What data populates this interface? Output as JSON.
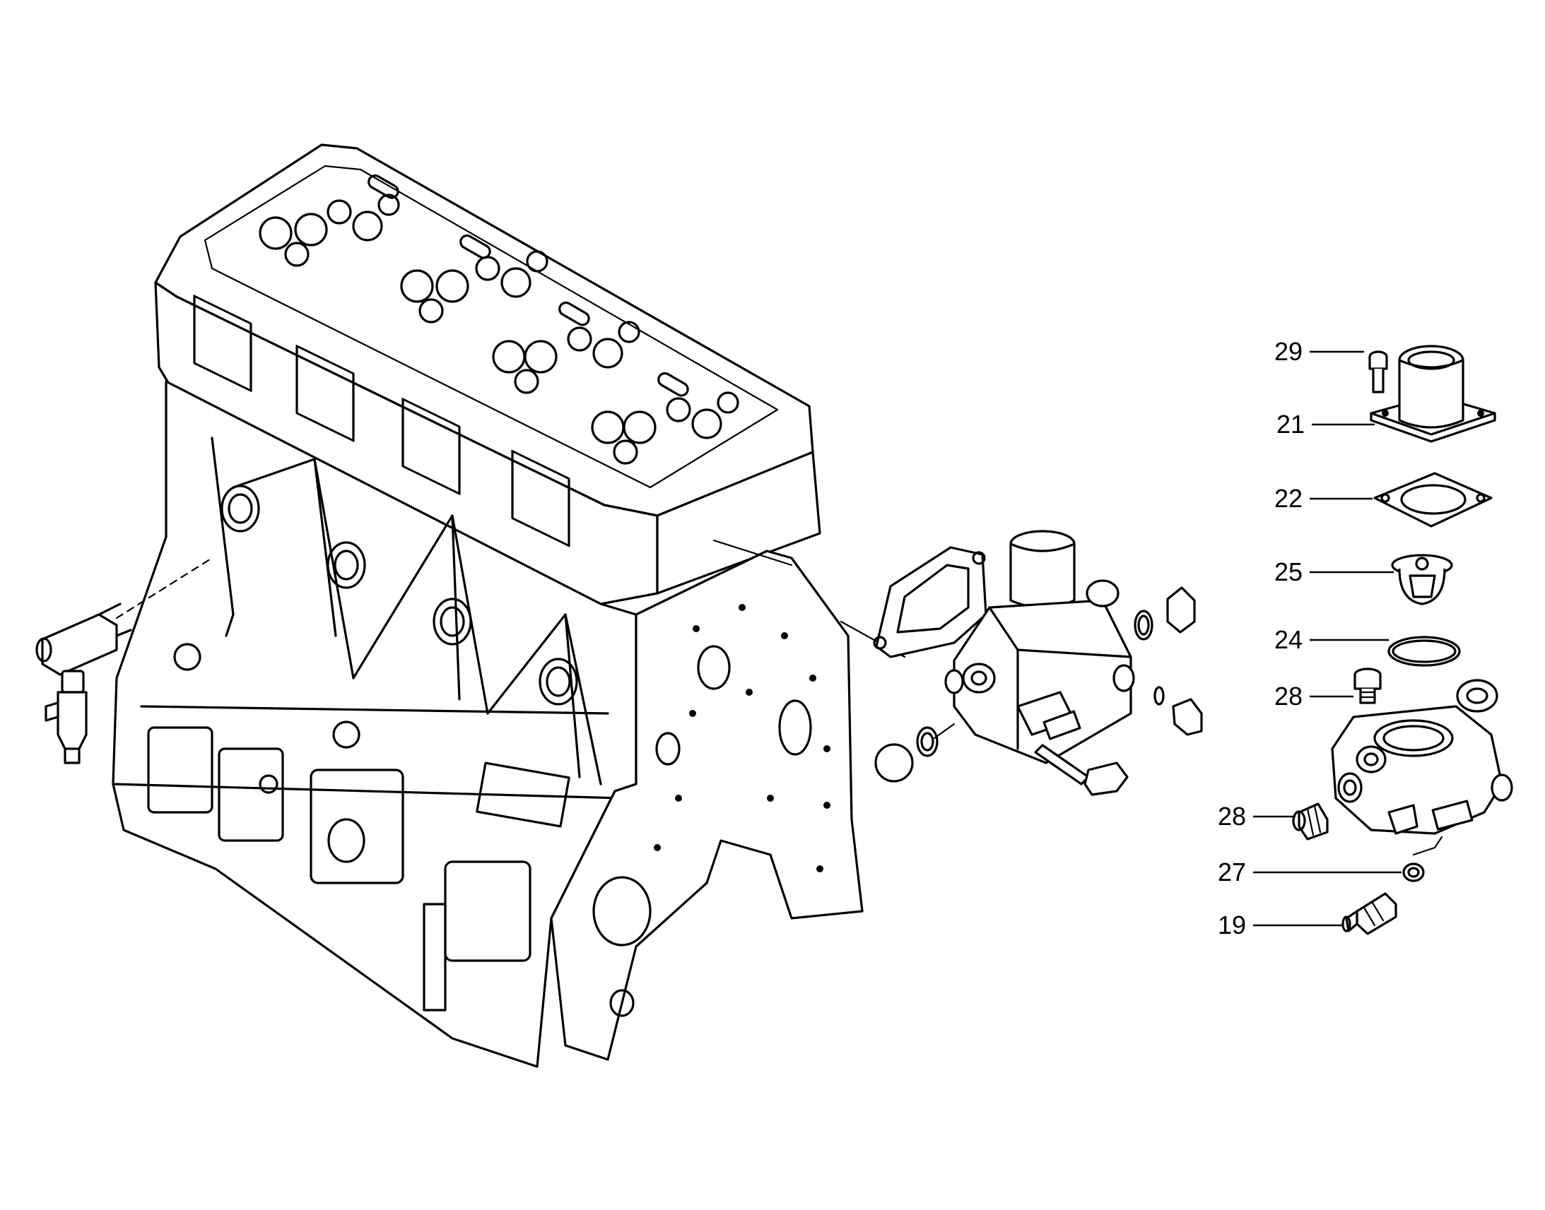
{
  "callouts": [
    {
      "id": "c29",
      "label": "29",
      "part": "bolt"
    },
    {
      "id": "c21",
      "label": "21",
      "part": "thermostat-cover"
    },
    {
      "id": "c22",
      "label": "22",
      "part": "gasket"
    },
    {
      "id": "c25",
      "label": "25",
      "part": "thermostat"
    },
    {
      "id": "c24",
      "label": "24",
      "part": "o-ring"
    },
    {
      "id": "c28a",
      "label": "28",
      "part": "plug"
    },
    {
      "id": "c28b",
      "label": "28",
      "part": "plug"
    },
    {
      "id": "c27",
      "label": "27",
      "part": "washer"
    },
    {
      "id": "c19",
      "label": "19",
      "part": "temperature-sensor"
    }
  ]
}
